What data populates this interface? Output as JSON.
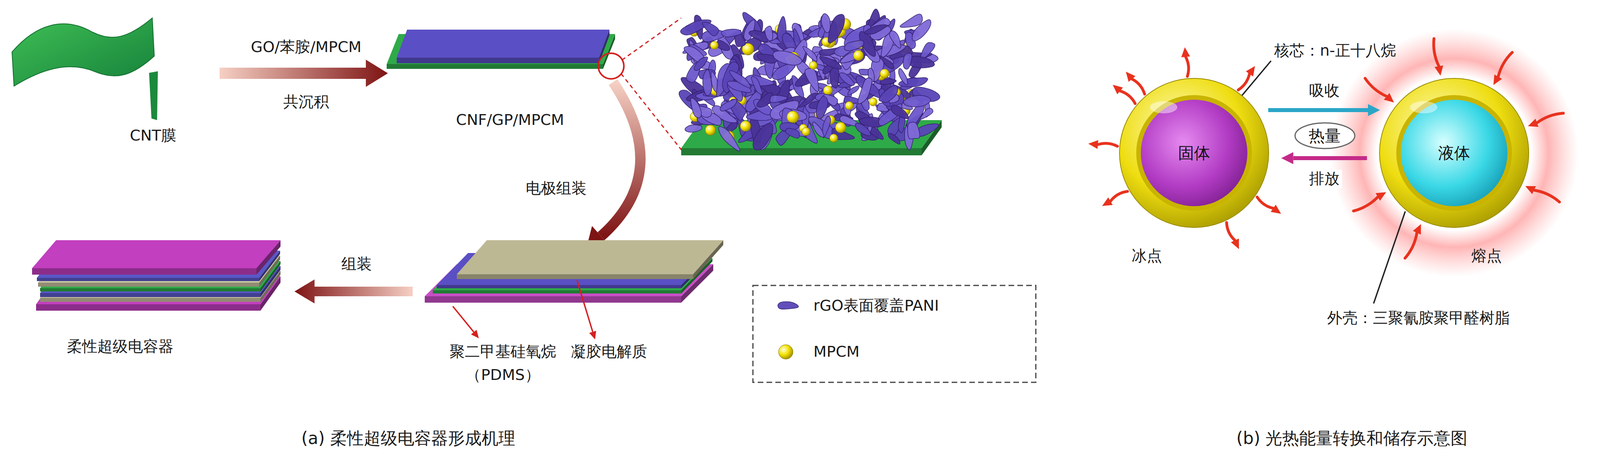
{
  "diagram": {
    "nodes": [
      {
        "text": [
          "固体"
        ]
      },
      {
        "text": [
          "热量"
        ]
      },
      {
        "text": [
          "液体"
        ]
      }
    ],
    "edges": [
      {
        "from": 0,
        "to": 2,
        "arrow": "to",
        "label": "吸收"
      },
      {
        "from": 2,
        "to": 0,
        "arrow": "to",
        "label": "排放"
      }
    ],
    "labels": [
      "GO/苯胺/MPCM",
      "共沉积",
      "CNT膜",
      "CNF/GP/MPCM",
      "电极组装",
      "组装",
      "柔性超级电容器",
      "聚二甲基硅氧烷",
      "（PDMS）",
      "凝胶电解质",
      "(a) 柔性超级电容器形成机理",
      "核芯：n-正十八烷",
      "冰点",
      "熔点",
      "外壳：三聚氰胺聚甲醛树脂",
      "(b) 光热能量转换和储存示意图"
    ],
    "legend": [
      {
        "text": "rGO表面覆盖PANI"
      },
      {
        "text": "MPCM"
      }
    ]
  }
}
